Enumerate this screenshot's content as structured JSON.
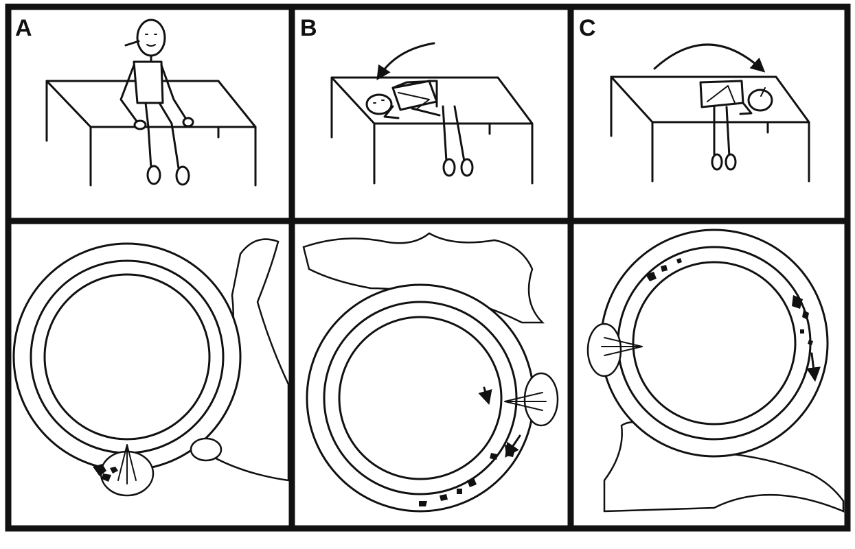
{
  "panels": [
    {
      "id": "A",
      "label": "A"
    },
    {
      "id": "B",
      "label": "B"
    },
    {
      "id": "C",
      "label": "C"
    }
  ],
  "colors": {
    "ink": "#111111",
    "paper": "#ffffff"
  }
}
